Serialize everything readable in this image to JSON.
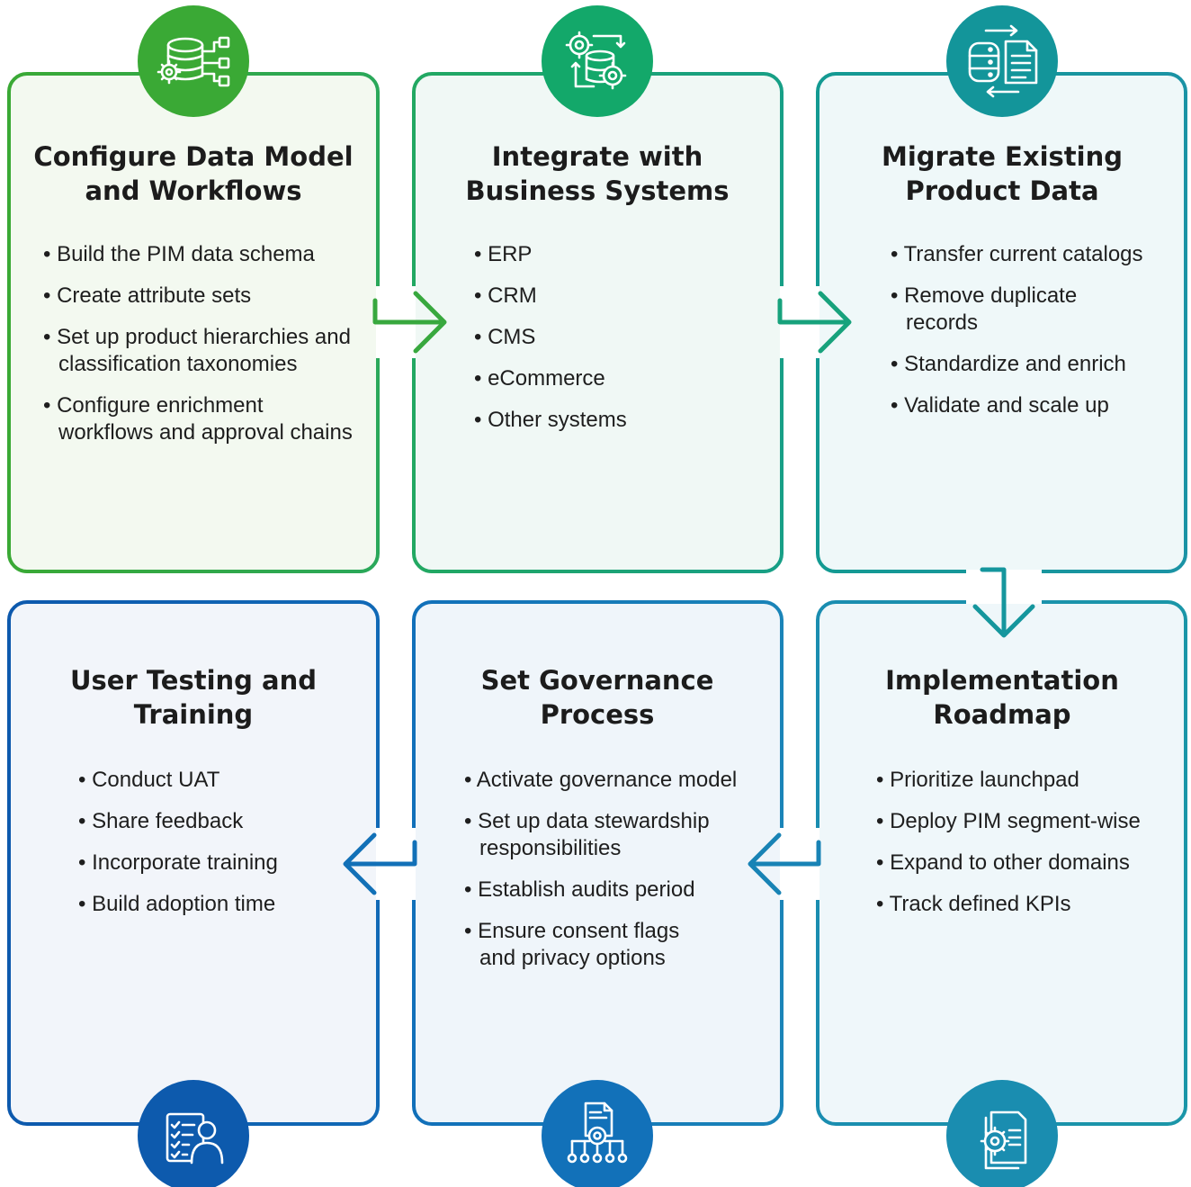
{
  "steps": [
    {
      "id": "configure",
      "title": [
        "Configure Data Model",
        "and Workflows"
      ],
      "bullets": [
        [
          "• Build the PIM data schema"
        ],
        [
          "• Create attribute sets"
        ],
        [
          "• Set up product hierarchies and",
          "classification taxonomies"
        ],
        [
          "• Configure enrichment",
          "workflows and approval chains"
        ]
      ],
      "icon": "database-config-icon",
      "color": "#3aa935",
      "fill": "#f3f9f0"
    },
    {
      "id": "integrate",
      "title": [
        "Integrate with",
        "Business Systems"
      ],
      "bullets": [
        [
          "• ERP"
        ],
        [
          "• CRM"
        ],
        [
          "• CMS"
        ],
        [
          "• eCommerce"
        ],
        [
          "• Other systems"
        ]
      ],
      "icon": "database-sync-icon",
      "color": "#1fa66a",
      "fill": "#f0f8f5"
    },
    {
      "id": "migrate",
      "title": [
        "Migrate Existing",
        "Product Data"
      ],
      "bullets": [
        [
          "• Transfer current catalogs"
        ],
        [
          "• Remove duplicate",
          "records"
        ],
        [
          "• Standardize and enrich"
        ],
        [
          "• Validate and scale up"
        ]
      ],
      "icon": "data-transfer-icon",
      "color": "#13959a",
      "fill": "#eff8f9"
    },
    {
      "id": "roadmap",
      "title": [
        "Implementation",
        "Roadmap"
      ],
      "bullets": [
        [
          "• Prioritize launchpad"
        ],
        [
          "• Deploy PIM segment-wise"
        ],
        [
          "• Expand to other domains"
        ],
        [
          "• Track defined KPIs"
        ]
      ],
      "icon": "document-gear-icon",
      "color": "#1b8fa8",
      "fill": "#eff7fa"
    },
    {
      "id": "governance",
      "title": [
        "Set Governance",
        "Process"
      ],
      "bullets": [
        [
          "• Activate governance model"
        ],
        [
          "• Set up data stewardship",
          "responsibilities"
        ],
        [
          "• Establish audits period"
        ],
        [
          "• Ensure consent flags",
          "and privacy options"
        ]
      ],
      "icon": "governance-hierarchy-icon",
      "color": "#1379bb",
      "fill": "#eff5fa"
    },
    {
      "id": "testing",
      "title": [
        "User Testing and",
        "Training"
      ],
      "bullets": [
        [
          "• Conduct UAT"
        ],
        [
          "• Share feedback"
        ],
        [
          "• Incorporate training"
        ],
        [
          "• Build adoption time"
        ]
      ],
      "icon": "user-checklist-icon",
      "color": "#0e5fae",
      "fill": "#f2f5fa"
    }
  ]
}
